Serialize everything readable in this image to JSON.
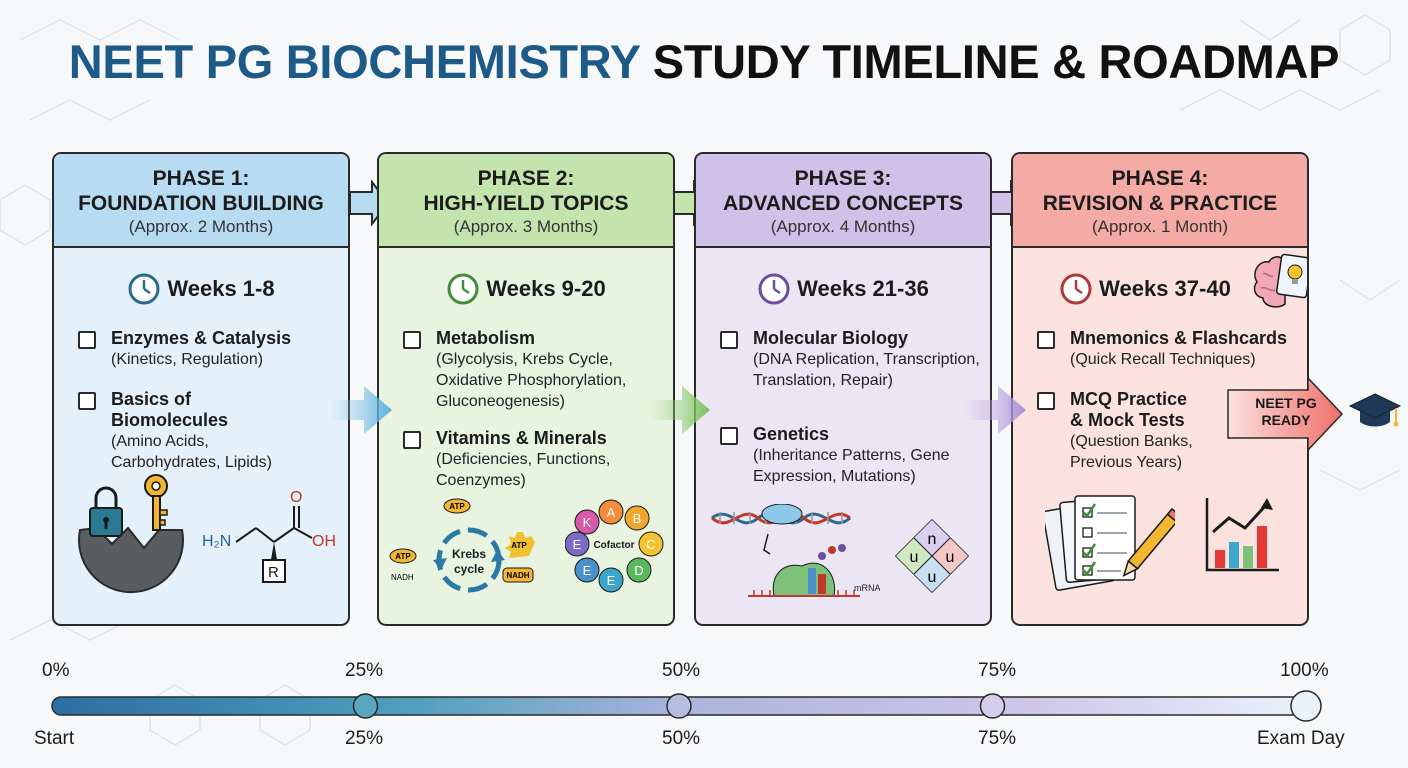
{
  "title": {
    "highlight": "NEET PG BIOCHEMISTRY",
    "rest": "STUDY TIMELINE & ROADMAP"
  },
  "colors": {
    "title_blue": "#1e5a87",
    "phase1": "#b7dcf2",
    "phase2": "#c4e4ad",
    "phase3": "#cfc1e8",
    "phase4": "#f4aaa5"
  },
  "phases": [
    {
      "title_line1": "PHASE 1:",
      "title_line2": "FOUNDATION BUILDING",
      "duration": "(Approx. 2 Months)",
      "weeks": "Weeks 1-8",
      "topics": [
        {
          "name": "Enzymes & Catalysis",
          "desc": "(Kinetics, Regulation)"
        },
        {
          "name": "Basics of Biomolecules",
          "desc": "(Amino Acids, Carbohydrates, Lipids)"
        }
      ],
      "illustration": {
        "amine": "H₂N",
        "acid": "OH",
        "oxygen": "O",
        "r_group": "R"
      }
    },
    {
      "title_line1": "PHASE 2:",
      "title_line2": "HIGH-YIELD TOPICS",
      "duration": "(Approx. 3 Months)",
      "weeks": "Weeks 9-20",
      "topics": [
        {
          "name": "Metabolism",
          "desc": "(Glycolysis, Krebs Cycle, Oxidative Phosphorylation, Gluconeogenesis)"
        },
        {
          "name": "Vitamins & Minerals",
          "desc": "(Deficiencies, Functions, Coenzymes)"
        }
      ],
      "illustration": {
        "cycle_line1": "Krebs",
        "cycle_line2": "cycle",
        "atp": "ATP",
        "nadh": "NADH",
        "cofactor": "Cofactor",
        "vitamins": [
          "K",
          "A",
          "B",
          "C",
          "D",
          "E",
          "E",
          "E"
        ]
      }
    },
    {
      "title_line1": "PHASE 3:",
      "title_line2": "ADVANCED CONCEPTS",
      "duration": "(Approx. 4 Months)",
      "weeks": "Weeks 21-36",
      "topics": [
        {
          "name": "Molecular Biology",
          "desc": "(DNA Replication, Transcription, Translation, Repair)"
        },
        {
          "name": "Genetics",
          "desc": "(Inheritance Patterns, Gene Expression, Mutations)"
        }
      ],
      "illustration": {
        "mrna": "mRNA",
        "punnett": [
          "n",
          "u",
          "u",
          "u"
        ]
      }
    },
    {
      "title_line1": "PHASE 4:",
      "title_line2": "REVISION & PRACTICE",
      "duration": "(Approx. 1 Month)",
      "weeks": "Weeks 37-40",
      "topics": [
        {
          "name": "Mnemonics & Flashcards",
          "desc": "(Quick Recall Techniques)"
        },
        {
          "name": "MCQ Practice & Mock Tests",
          "desc": "(Question Banks, Previous Years)"
        }
      ]
    }
  ],
  "ready_badge": {
    "line1": "NEET PG",
    "line2": "READY"
  },
  "timeline": {
    "progress_top": [
      "0%",
      "25%",
      "50%",
      "75%",
      "100%"
    ],
    "progress_bottom": [
      "25%",
      "50%",
      "75%"
    ],
    "start_label": "Start",
    "end_label": "Exam Day",
    "milestones": [
      0,
      0.25,
      0.5,
      0.75,
      1.0
    ]
  }
}
